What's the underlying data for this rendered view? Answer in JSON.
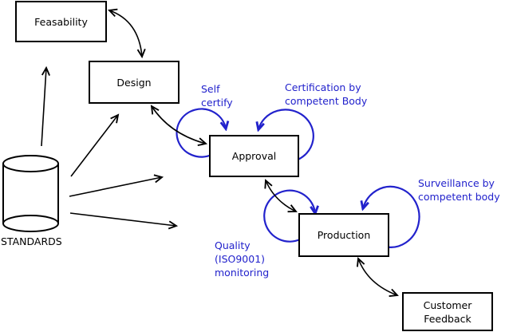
{
  "diagram": {
    "nodes": {
      "feasability": {
        "label": "Feasability"
      },
      "design": {
        "label": "Design"
      },
      "approval": {
        "label": "Approval"
      },
      "production": {
        "label": "Production"
      },
      "customer_feedback": {
        "label": "Customer\nFeedback"
      },
      "standards": {
        "label": "STANDARDS"
      }
    },
    "annotations": {
      "self_certify": {
        "label": "Self\ncertify"
      },
      "certification": {
        "label": "Certification by\ncompetent Body"
      },
      "surveillance": {
        "label": "Surveillance by\ncompetent body"
      },
      "quality": {
        "label": "Quality\n(ISO9001)\nmonitoring"
      }
    },
    "colors": {
      "annotation_blue": "#2222cc",
      "line_black": "#000000",
      "background": "#ffffff"
    }
  }
}
